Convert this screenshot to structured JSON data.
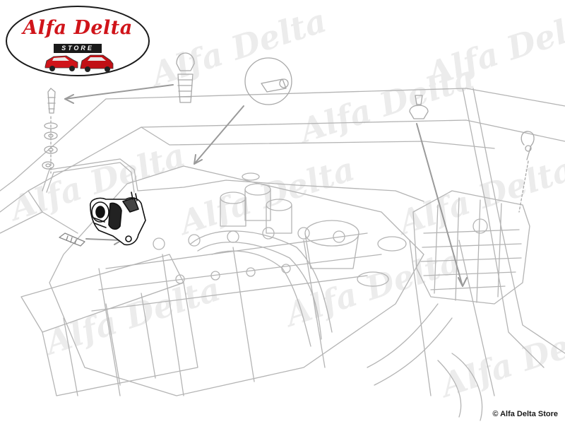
{
  "brand": {
    "name": "Alfa Delta",
    "store_label": "STORE",
    "watermark_text": "Alfa Delta"
  },
  "copyright": "© Alfa Delta Store",
  "colors": {
    "brand_red": "#d0141a",
    "line_gray": "#b4b4b4",
    "part_black": "#111111"
  }
}
